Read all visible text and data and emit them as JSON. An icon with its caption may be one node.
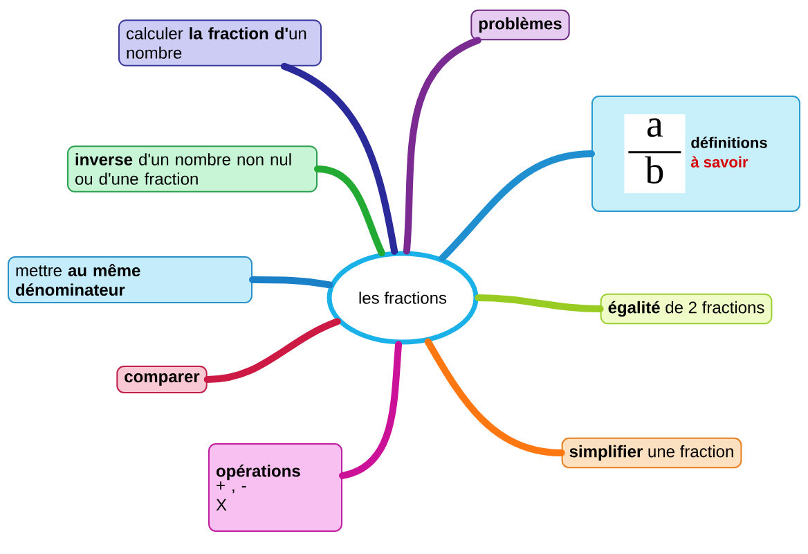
{
  "diagram": {
    "nodes": [
      {
        "text": [
          "les fractions"
        ]
      },
      {
        "text": [
          "calculer **la fraction d'**un nombre"
        ]
      },
      {
        "text": [
          "problèmes"
        ]
      },
      {
        "text": [
          "a",
          "b",
          "définitions",
          "à savoir"
        ]
      },
      {
        "text": [
          "**inverse** d'un nombre non nul ou d'une fraction"
        ]
      },
      {
        "text": [
          "mettre **au même dénominateur**"
        ]
      },
      {
        "text": [
          "**égalité** de 2 fractions"
        ]
      },
      {
        "text": [
          "comparer"
        ]
      },
      {
        "text": [
          "opérations",
          "+ , - X"
        ]
      },
      {
        "text": [
          "**simplifier** une fraction"
        ]
      }
    ],
    "edges": [
      {
        "from": 0,
        "to": 1,
        "arrow": "none",
        "color": "#2a2a9a"
      },
      {
        "from": 0,
        "to": 2,
        "arrow": "none",
        "color": "#7a2a90"
      },
      {
        "from": 0,
        "to": 3,
        "arrow": "none",
        "color": "#1f8fd0"
      },
      {
        "from": 0,
        "to": 4,
        "arrow": "none",
        "color": "#22aa33"
      },
      {
        "from": 0,
        "to": 5,
        "arrow": "none",
        "color": "#1a80c8"
      },
      {
        "from": 0,
        "to": 6,
        "arrow": "none",
        "color": "#99cc22"
      },
      {
        "from": 0,
        "to": 7,
        "arrow": "none",
        "color": "#cc1a44"
      },
      {
        "from": 0,
        "to": 8,
        "arrow": "none",
        "color": "#cc1199"
      },
      {
        "from": 0,
        "to": 9,
        "arrow": "none",
        "color": "#ff7711"
      }
    ]
  }
}
